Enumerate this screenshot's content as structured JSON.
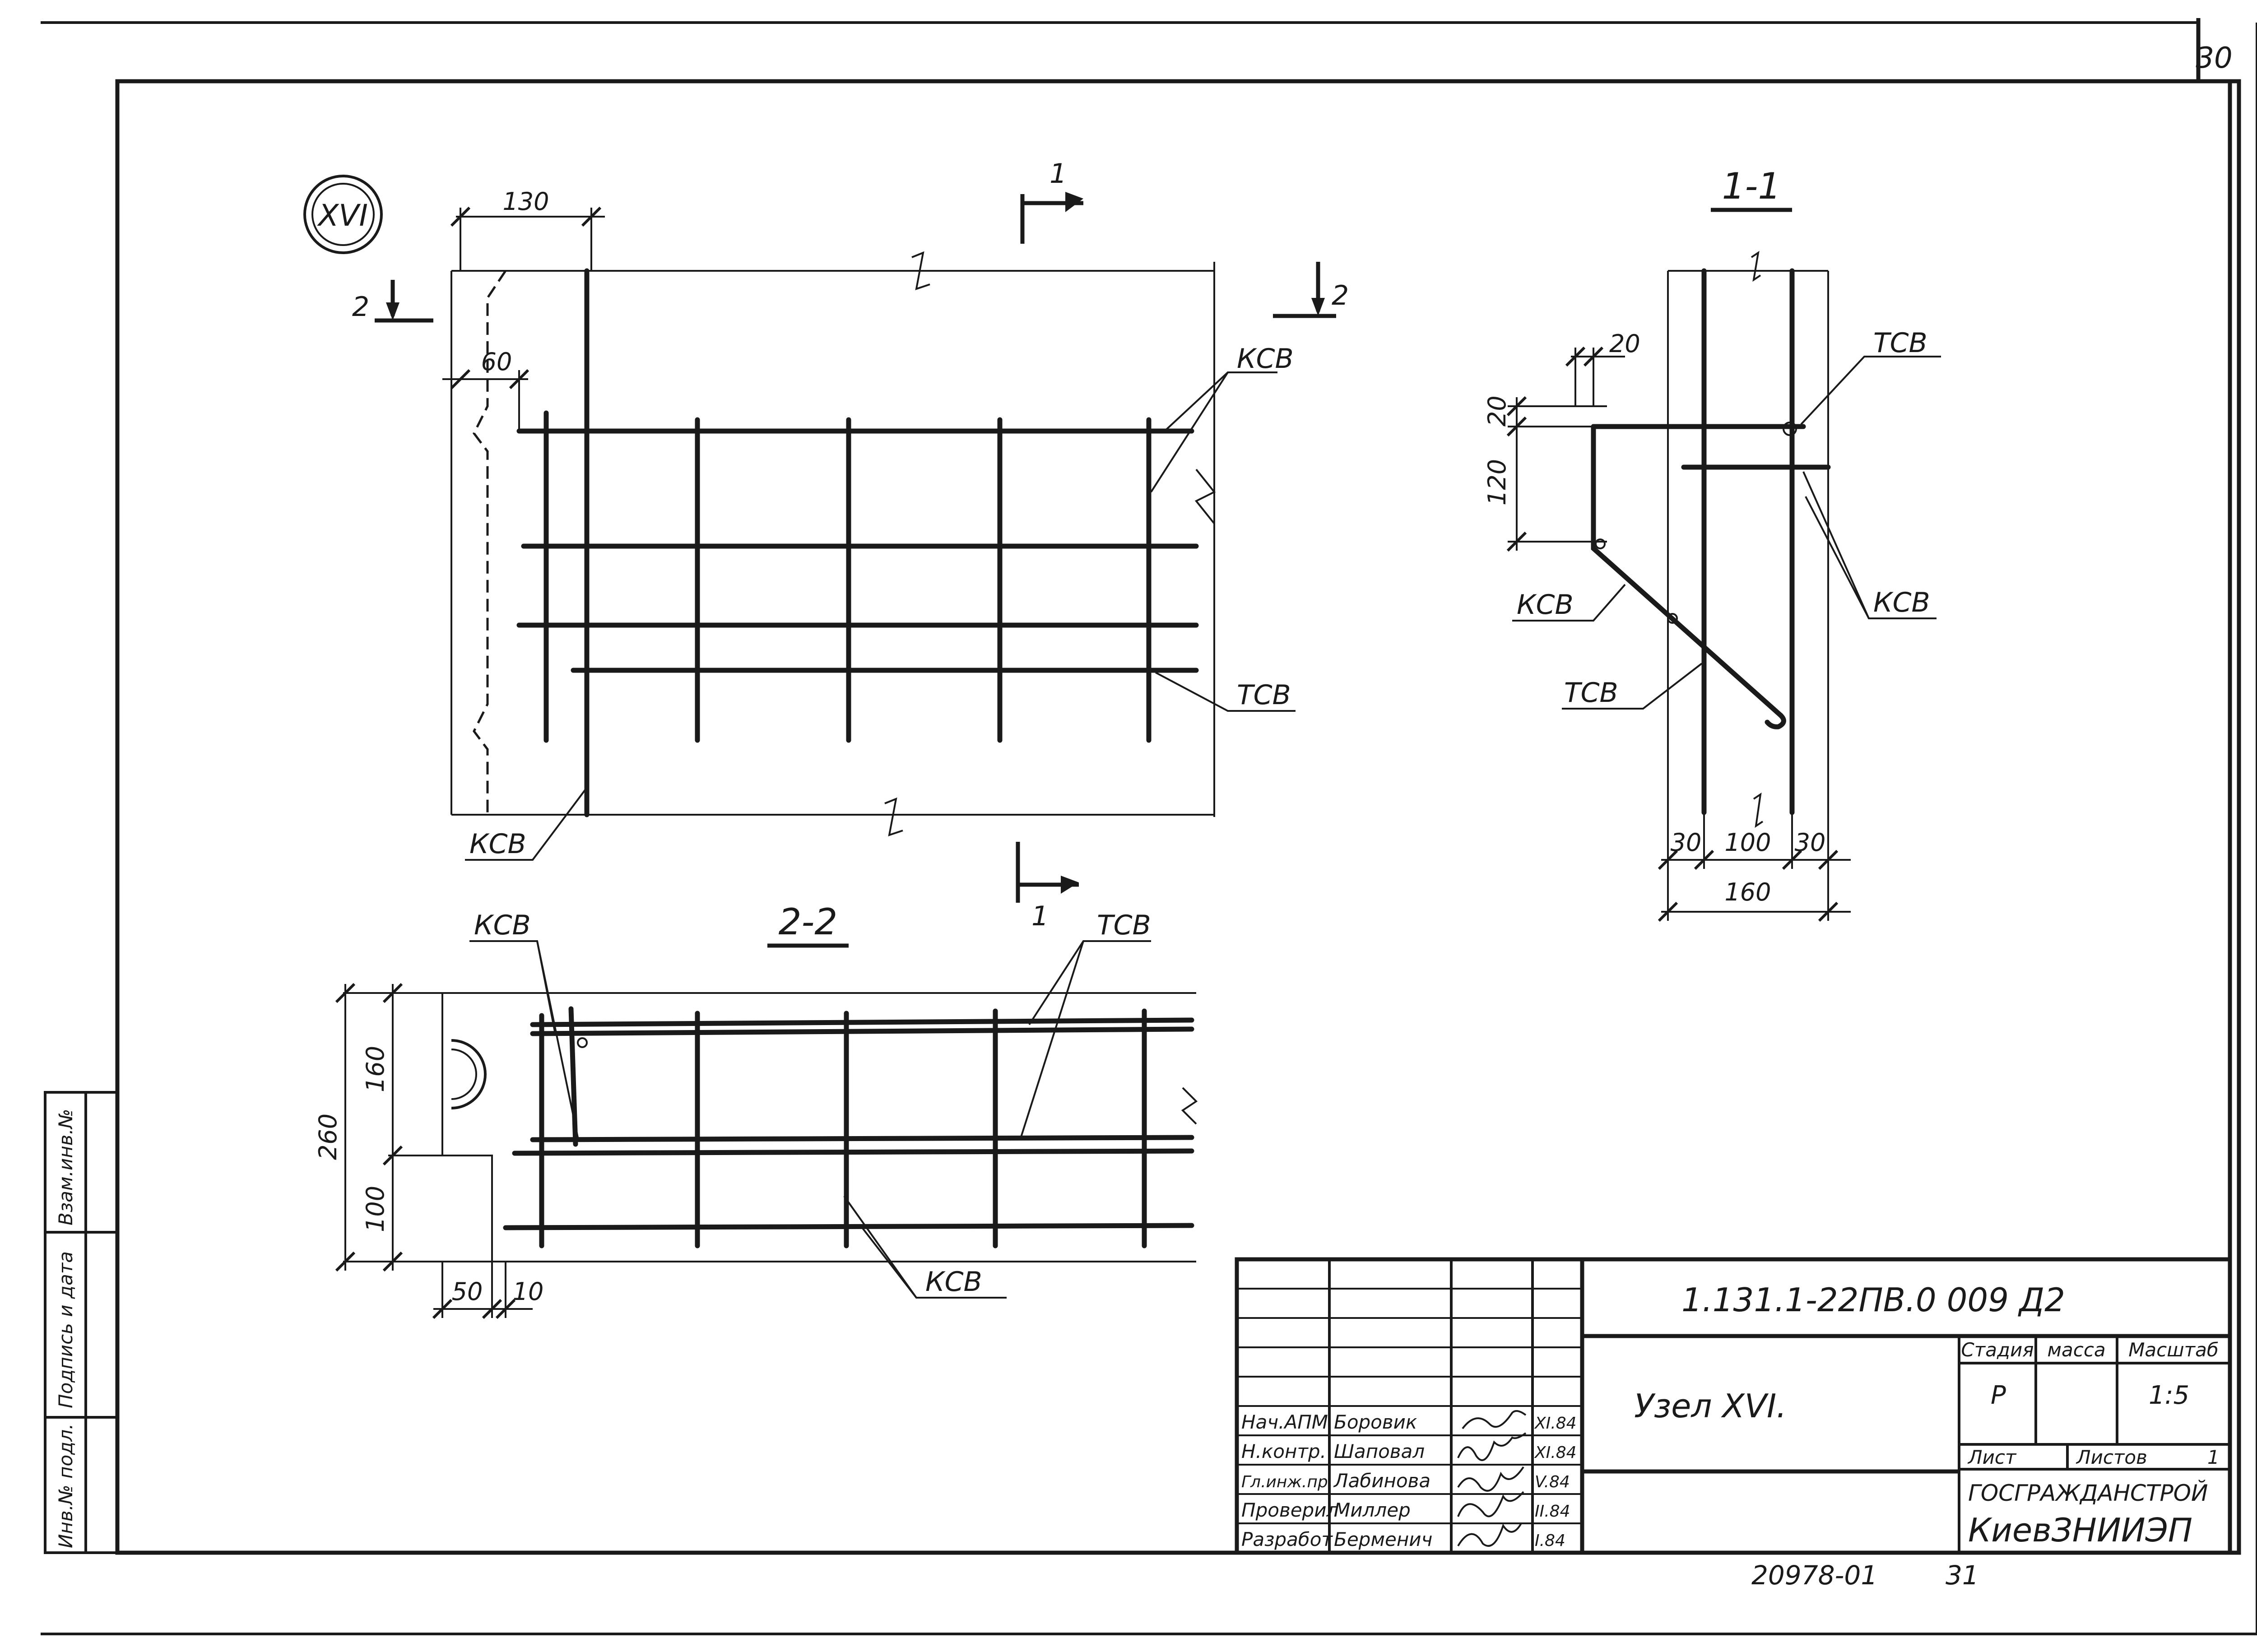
{
  "sheet_number": "30",
  "node_mark": "XVI",
  "section_labels": {
    "cut_1": "1",
    "cut_2": "2",
    "title_1_1": "1-1",
    "title_2_2": "2-2"
  },
  "rebar_labels": {
    "ksv": "КСВ",
    "tsv": "ТСВ"
  },
  "dimensions": {
    "plan_130": "130",
    "plan_60": "60",
    "s11_20_top": "20",
    "s11_20_left": "20",
    "s11_120": "120",
    "s11_30_left": "30",
    "s11_100": "100",
    "s11_30_right": "30",
    "s11_160": "160",
    "s22_260": "260",
    "s22_160": "160",
    "s22_100": "100",
    "s22_50": "50",
    "s22_10": "10"
  },
  "side_stamp": {
    "inv_podl": "Инв.№ подл.",
    "podpis_data": "Подпись и дата",
    "vzam_inv": "Взам.инв.№"
  },
  "title_block": {
    "designation": "1.131.1-22ПВ.0 009 Д2",
    "title": "Узел XVI.",
    "stage_header": "Стадия",
    "mass_header": "масса",
    "scale_header": "Масштаб",
    "stage_value": "Р",
    "scale_value": "1:5",
    "sheet_label": "Лист",
    "sheets_label": "Листов",
    "sheets_value": "1",
    "org_line1": "ГОСГРАЖДАНСТРОЙ",
    "org_line2": "КиевЗНИИЭП",
    "signers": [
      {
        "role": "Нач.АПМ",
        "name": "Боровик",
        "date": "XI.84"
      },
      {
        "role": "Н.контр.",
        "name": "Шаповал",
        "date": "XI.84"
      },
      {
        "role": "Гл.инж.пр.",
        "name": "Лабинова",
        "date": "V.84"
      },
      {
        "role": "Проверил",
        "name": "Миллер",
        "date": "II.84"
      },
      {
        "role": "Разработ",
        "name": "Берменич",
        "date": "I.84"
      }
    ]
  },
  "footer": {
    "archive_number": "20978-01",
    "page": "31"
  }
}
